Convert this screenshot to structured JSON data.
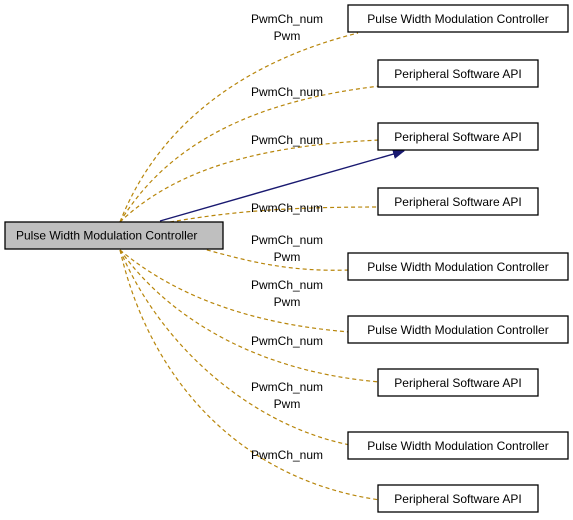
{
  "root": {
    "label": "Pulse Width Modulation Controller"
  },
  "nodes": [
    {
      "label": "Pulse Width Modulation Controller"
    },
    {
      "label": "Peripheral Software API"
    },
    {
      "label": "Peripheral Software API"
    },
    {
      "label": "Peripheral Software API"
    },
    {
      "label": "Pulse Width Modulation Controller"
    },
    {
      "label": "Pulse Width Modulation Controller"
    },
    {
      "label": "Peripheral Software API"
    },
    {
      "label": "Pulse Width Modulation Controller"
    },
    {
      "label": "Peripheral Software API"
    }
  ],
  "edge_labels": [
    {
      "lines": [
        "PwmCh_num",
        "Pwm"
      ]
    },
    {
      "lines": [
        "PwmCh_num"
      ]
    },
    {
      "lines": [
        "PwmCh_num"
      ]
    },
    {
      "lines": [
        "PwmCh_num"
      ]
    },
    {
      "lines": [
        "PwmCh_num",
        "Pwm"
      ]
    },
    {
      "lines": [
        "PwmCh_num",
        "Pwm"
      ]
    },
    {
      "lines": [
        "PwmCh_num"
      ]
    },
    {
      "lines": [
        "PwmCh_num",
        "Pwm"
      ]
    },
    {
      "lines": [
        "PwmCh_num"
      ]
    }
  ],
  "colors": {
    "dashed_edge": "#b8860b",
    "solid_edge": "#191970",
    "root_fill": "#bfbfbf"
  }
}
